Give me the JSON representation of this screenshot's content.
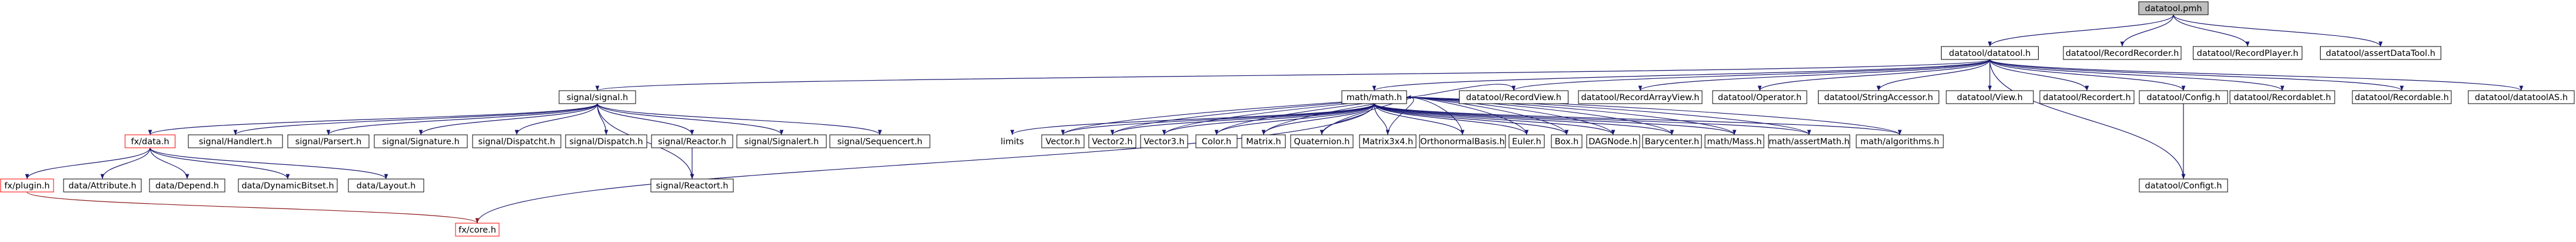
{
  "diagram": {
    "colors": {
      "root_fill": "#bfbfbf",
      "node_fill": "#ffffff",
      "node_border": "#000000",
      "red_border": "#ff0000",
      "plain_border": "#bfbfbf",
      "edge": "#191970",
      "red_edge": "#8b1a1a"
    },
    "nodes": {
      "root": "datatool.pmh",
      "datatool": "datatool/datatool.h",
      "recordrecorder": "datatool/RecordRecorder.h",
      "recordplayer": "datatool/RecordPlayer.h",
      "assertdatatool": "datatool/assertDataTool.h",
      "signal": "signal/signal.h",
      "math": "math/math.h",
      "recordview": "datatool/RecordView.h",
      "recordarrayview": "datatool/RecordArrayView.h",
      "operator": "datatool/Operator.h",
      "stringaccessor": "datatool/StringAccessor.h",
      "view": "datatool/View.h",
      "recordert": "datatool/Recordert.h",
      "config": "datatool/Config.h",
      "recordablet": "datatool/Recordablet.h",
      "recordable": "datatool/Recordable.h",
      "datatoolaxs": "datatool/datatoolAS.h",
      "fxdata": "fx/data.h",
      "handlert": "signal/Handlert.h",
      "parsert": "signal/Parsert.h",
      "signature": "signal/Signature.h",
      "dispatcht": "signal/Dispatcht.h",
      "dispatch": "signal/Dispatch.h",
      "reactor": "signal/Reactor.h",
      "signalert": "signal/Signalert.h",
      "sequencert": "signal/Sequencert.h",
      "limits": "limits",
      "vector": "Vector.h",
      "vector2": "Vector2.h",
      "vector3": "Vector3.h",
      "color": "Color.h",
      "matrix": "Matrix.h",
      "quaternion": "Quaternion.h",
      "matrix3x4": "Matrix3x4.h",
      "orthonormal": "OrthonormalBasis.h",
      "euler": "Euler.h",
      "box": "Box.h",
      "dagnode": "DAGNode.h",
      "barycenter": "Barycenter.h",
      "mass": "math/Mass.h",
      "assertmath": "math/assertMath.h",
      "algorithms": "math/algorithms.h",
      "fxplugin": "fx/plugin.h",
      "attribute": "data/Attribute.h",
      "depend": "data/Depend.h",
      "dynamicbitset": "data/DynamicBitset.h",
      "layout": "data/Layout.h",
      "reactort": "signal/Reactort.h",
      "configt": "datatool/Configt.h",
      "fxcore": "fx/core.h"
    }
  }
}
